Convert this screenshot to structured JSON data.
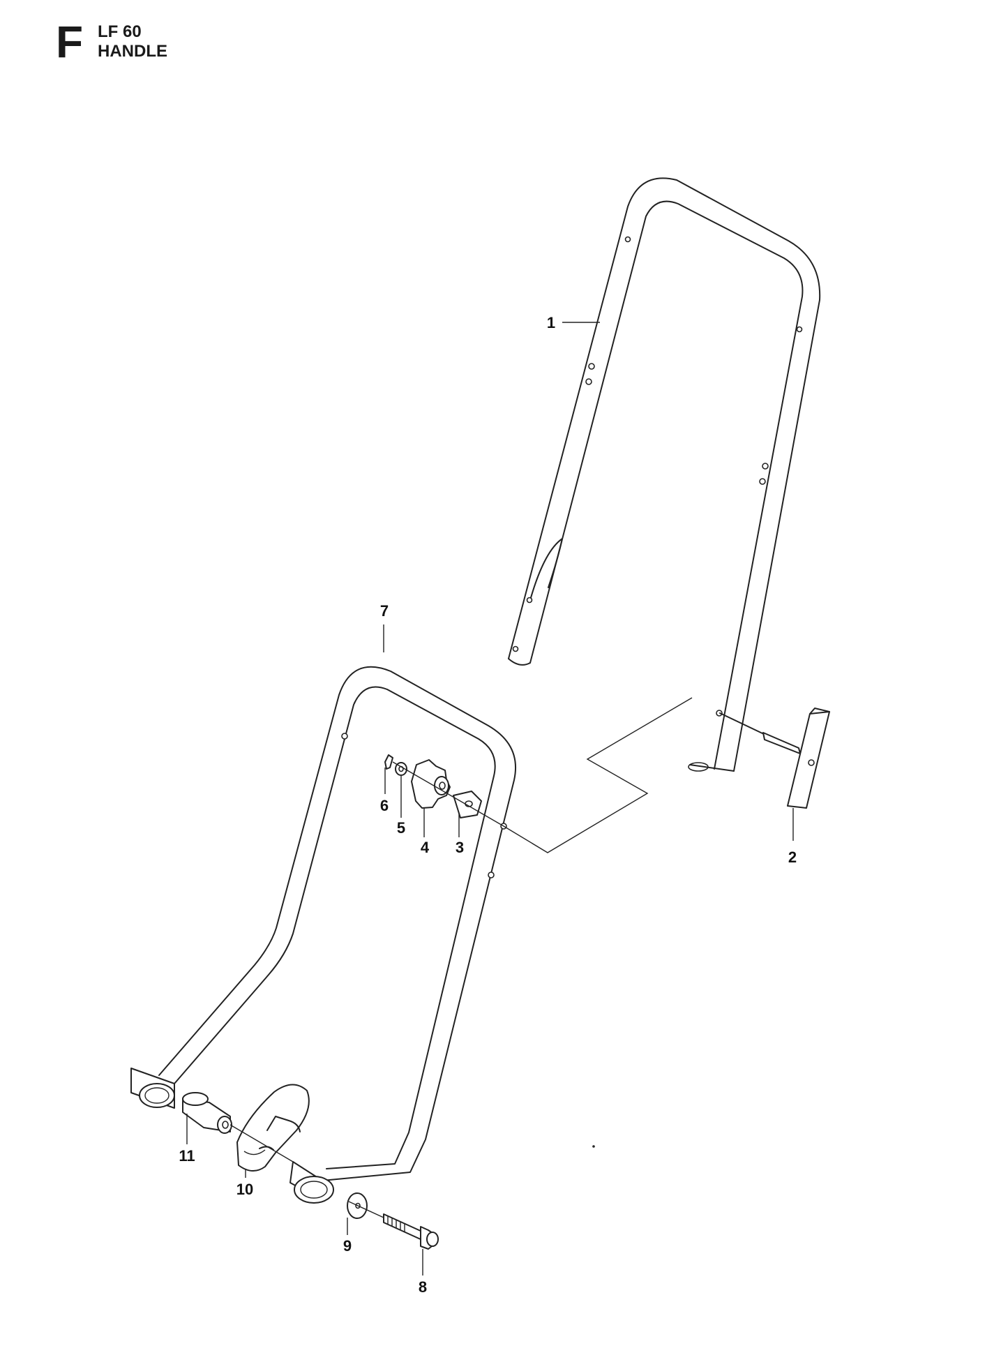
{
  "header": {
    "section_letter": "F",
    "model": "LF 60",
    "title": "HANDLE"
  },
  "callouts": [
    {
      "id": "1",
      "label": "1"
    },
    {
      "id": "2",
      "label": "2"
    },
    {
      "id": "3",
      "label": "3"
    },
    {
      "id": "4",
      "label": "4"
    },
    {
      "id": "5",
      "label": "5"
    },
    {
      "id": "6",
      "label": "6"
    },
    {
      "id": "7",
      "label": "7"
    },
    {
      "id": "8",
      "label": "8"
    },
    {
      "id": "9",
      "label": "9"
    },
    {
      "id": "10",
      "label": "10"
    },
    {
      "id": "11",
      "label": "11"
    }
  ]
}
